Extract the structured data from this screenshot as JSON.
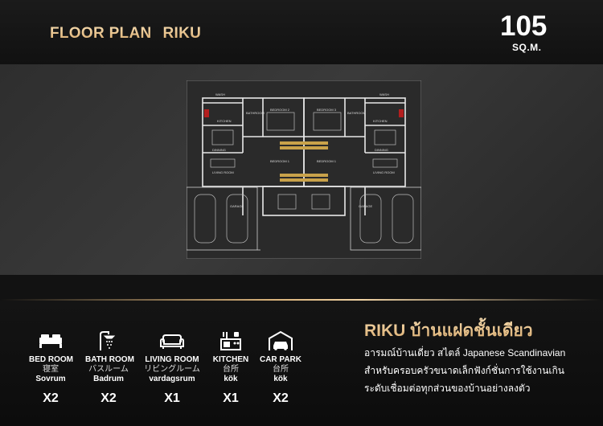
{
  "header": {
    "title_left": "FLOOR PLAN",
    "title_right": "RIKU",
    "area_value": "105",
    "area_unit": "SQ.M."
  },
  "colors": {
    "accent_gold": "#e2b57a",
    "background": "#121212",
    "plan_band": "#333333"
  },
  "plan": {
    "labels": {
      "wash": "WASH",
      "kitchen": "KITCHEN",
      "bathroom": "BATHROOM",
      "bedroom2": "BEDROOM 2",
      "bedroom3": "BEDROOM 3",
      "dining": "DINNING",
      "living": "LIVING ROOM",
      "bedroom1": "BEDROOM 1",
      "garage": "GARAGE"
    }
  },
  "product": {
    "title": "RIKU บ้านแฝดชั้นเดียว",
    "desc_line1": "อารมณ์บ้านเดี่ยว สไตล์ Japanese Scandinavian",
    "desc_line2": "สำหรับครอบครัวขนาดเล็กฟังก์ชั่นการใช้งานเกิน",
    "desc_line3": "ระดับเชื่อมต่อทุกส่วนของบ้านอย่างลงตัว"
  },
  "features": [
    {
      "icon": "bed-icon",
      "label": "BED ROOM",
      "jp": "寝室",
      "sv": "Sovrum",
      "count": "X2"
    },
    {
      "icon": "shower-icon",
      "label": "BATH ROOM",
      "jp": "バスルーム",
      "sv": "Badrum",
      "count": "X2"
    },
    {
      "icon": "sofa-icon",
      "label": "LIVING ROOM",
      "jp": "リビングルーム",
      "sv": "vardagsrum",
      "count": "X1"
    },
    {
      "icon": "kitchen-icon",
      "label": "KITCHEN",
      "jp": "台所",
      "sv": "kök",
      "count": "X1"
    },
    {
      "icon": "car-garage-icon",
      "label": "CAR PARK",
      "jp": "台所",
      "sv": "kök",
      "count": "X2"
    }
  ]
}
